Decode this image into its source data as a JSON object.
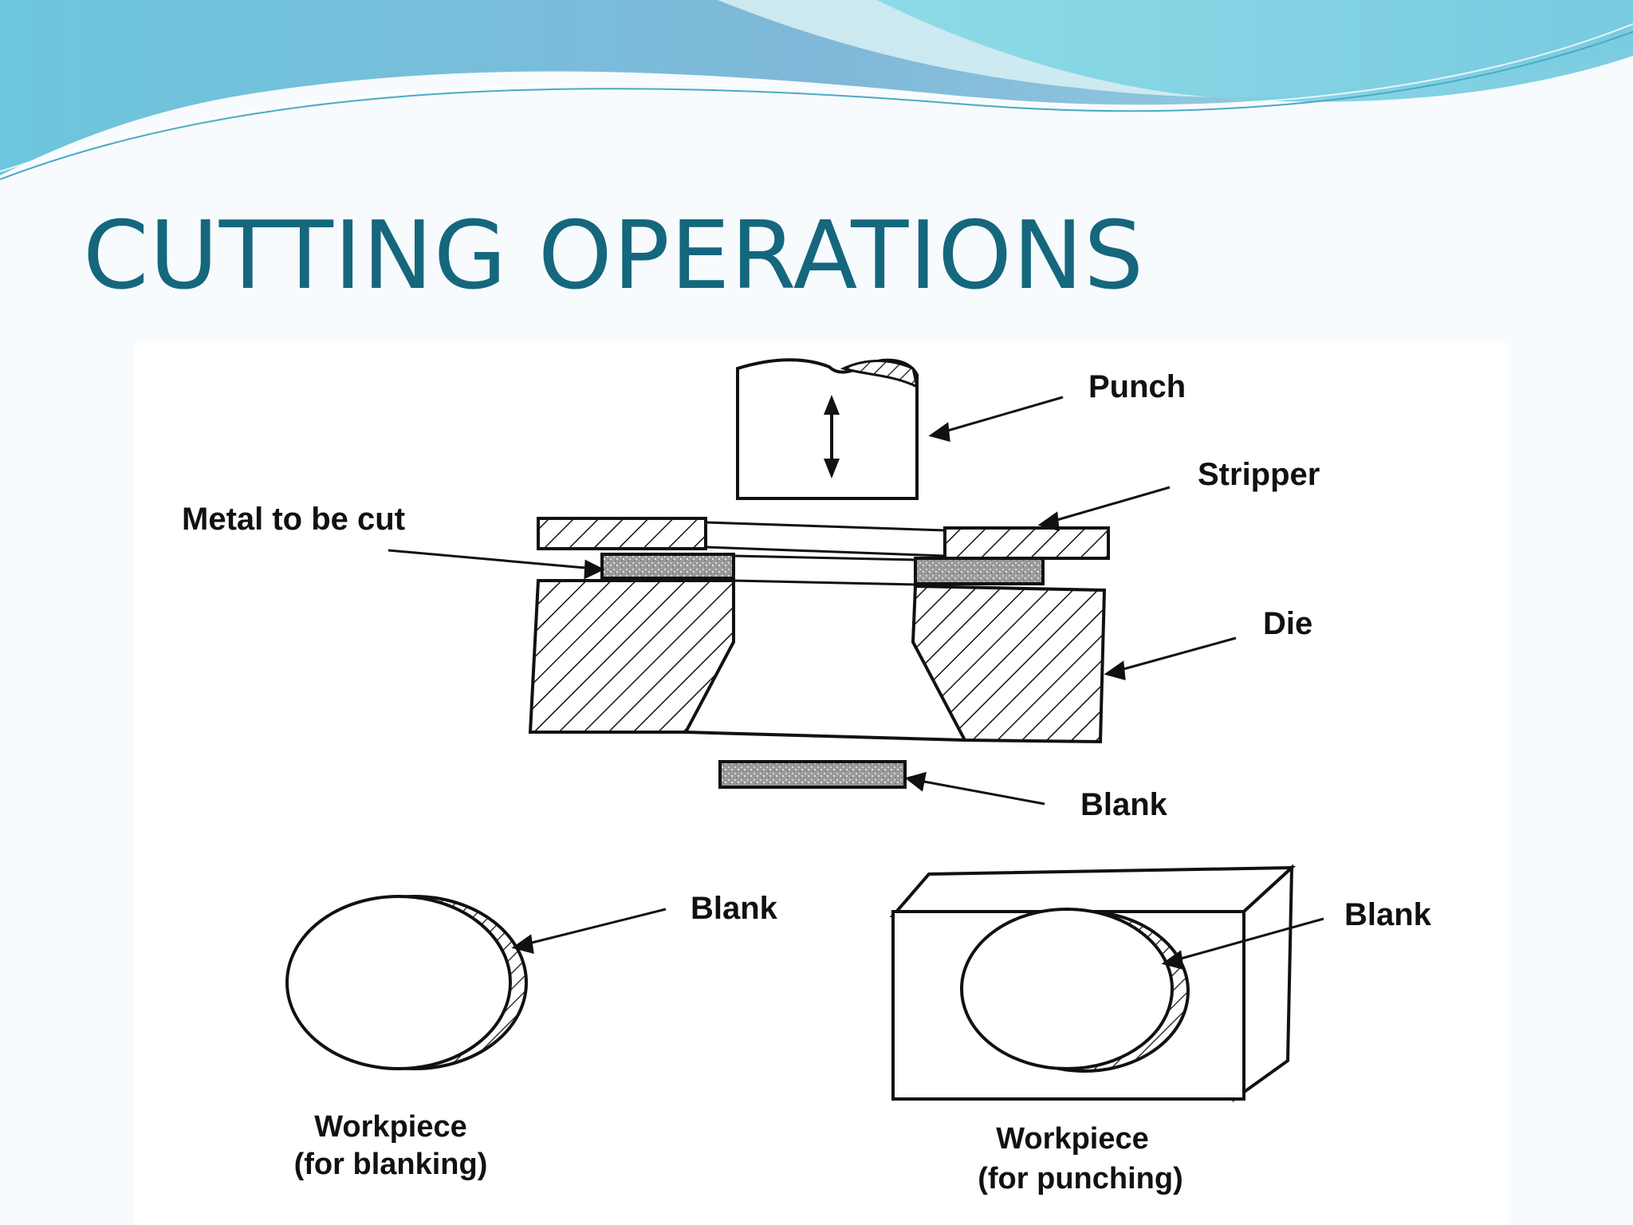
{
  "slide": {
    "title": "CUTTING OPERATIONS"
  },
  "diagram": {
    "labels": {
      "punch": "Punch",
      "stripper": "Stripper",
      "metal": "Metal to be cut",
      "die": "Die",
      "blank_lower": "Blank",
      "blank_left": "Blank",
      "blank_right": "Blank",
      "workpiece_blanking_line1": "Workpiece",
      "workpiece_blanking_line2": "(for blanking)",
      "workpiece_punching_line1": "Workpiece",
      "workpiece_punching_line2": "(for punching)"
    }
  },
  "colors": {
    "title": "#15677e",
    "wave_dark": "#5bb8d6",
    "wave_light": "#8fdbe6",
    "background": "#f7fbfd",
    "line_art": "#111111"
  }
}
